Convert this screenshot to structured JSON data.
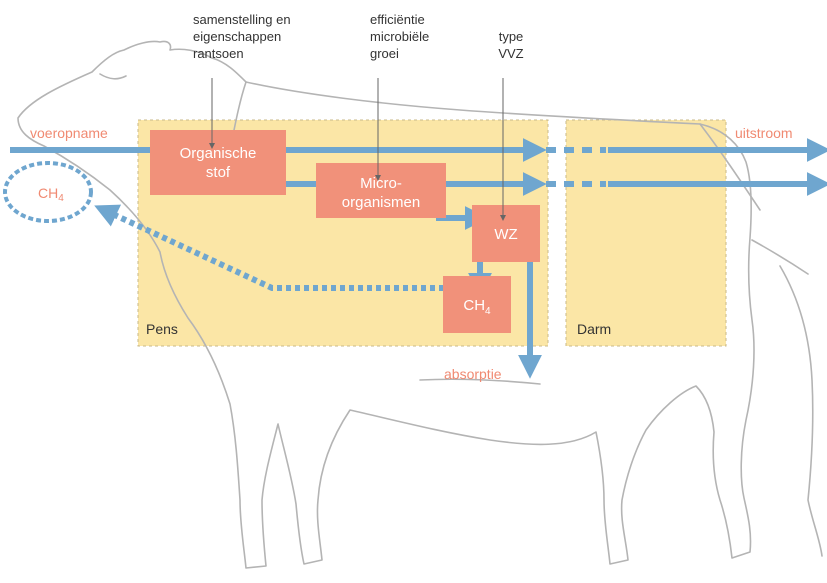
{
  "labels": {
    "feed_props_line1": "samenstelling en",
    "feed_props_line2": "eigenschappen",
    "feed_props_line3": "rantsoen",
    "efficiency_line1": "efficiëntie",
    "efficiency_line2": "microbiële",
    "efficiency_line3": "groei",
    "vfa_type_line1": "type",
    "vfa_type_line2": "VVZ",
    "intake": "voeropname",
    "outflow": "uitstroom",
    "absorption": "absorptie",
    "ch4_emitted": "CH",
    "ch4_emitted_sub": "4"
  },
  "boxes": {
    "organic_line1": "Organische",
    "organic_line2": "stof",
    "micro_line1": "Micro-",
    "micro_line2": "organismen",
    "vfa": "WZ",
    "ch4": "CH",
    "ch4_sub": "4"
  },
  "zones": {
    "rumen": "Pens",
    "intestine": "Darm"
  },
  "colors": {
    "zone_fill": "#fbe6a6",
    "box_fill": "#f1917a",
    "arrow": "#6fa6cf",
    "label_accent": "#f08a72",
    "cow_outline": "#b4b4b4"
  }
}
